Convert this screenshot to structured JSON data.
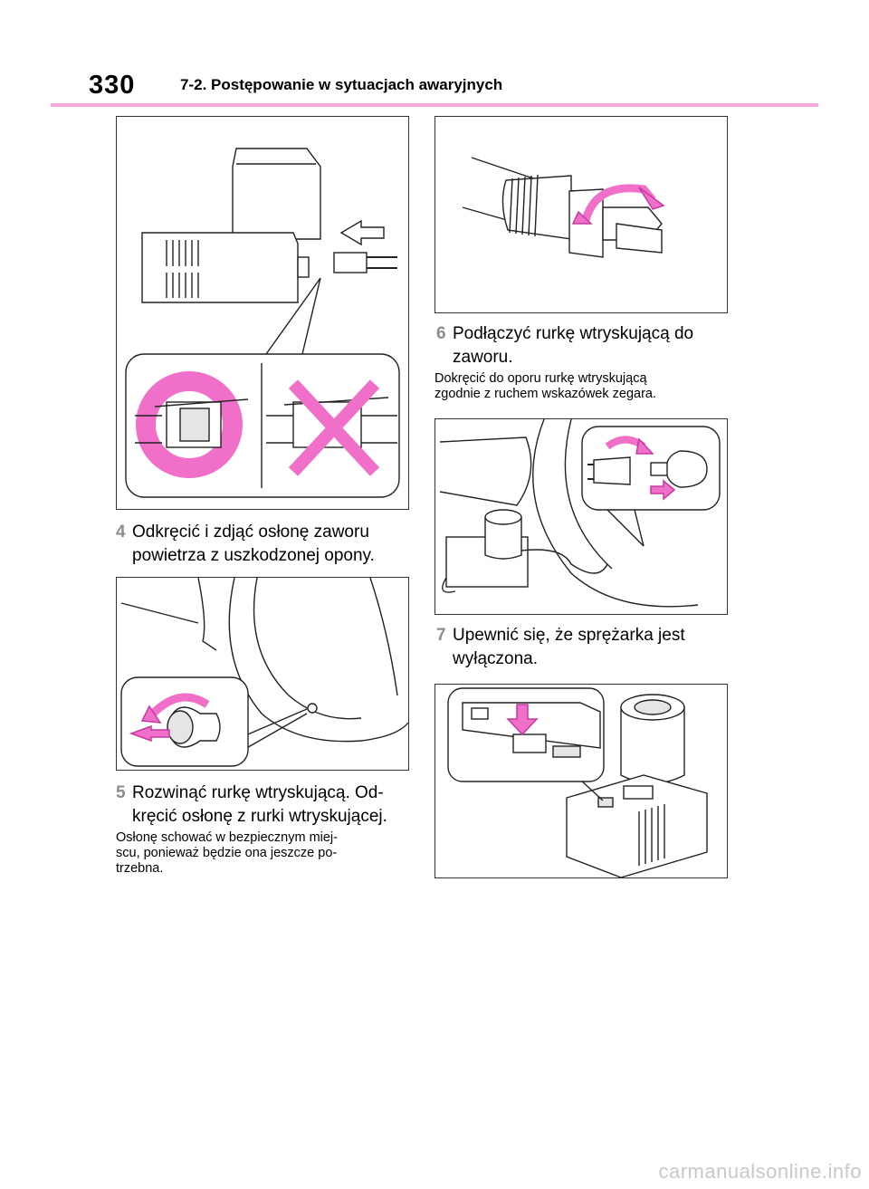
{
  "header": {
    "page_number": "330",
    "section_title": "7-2. Postępowanie w sytuacjach awaryjnych"
  },
  "steps": [
    {
      "num": "4",
      "line1": "Odkręcić i zdjąć osłonę zaworu",
      "line2": "powietrza z uszkodzonej opony."
    },
    {
      "num": "5",
      "line1": "Rozwinąć rurkę wtryskującą. Od-",
      "line2": "kręcić osłonę z rurki wtryskującej."
    },
    {
      "num": "6",
      "line1": "Podłączyć rurkę wtryskującą do",
      "line2": "zaworu."
    },
    {
      "num": "7",
      "line1": "Upewnić się, że sprężarka jest",
      "line2": "wyłączona."
    }
  ],
  "notes": {
    "step5": {
      "line1": "Osłonę schować w bezpiecznym miej-",
      "line2": "scu, ponieważ będzie ona jeszcze po-",
      "line3": "trzebna."
    },
    "step6": {
      "line1": "Dokręcić do oporu rurkę wtryskującą",
      "line2": "zgodnie z ruchem wskazówek zegara."
    }
  },
  "figure_icons": {
    "fig1": "compressor-hose-connection-illustration",
    "fig2": "valve-cap-removal-illustration",
    "fig3": "hose-cap-removal-illustration",
    "fig4": "hose-to-valve-connection-illustration",
    "fig5": "compressor-switch-off-illustration"
  },
  "colors": {
    "accent_pink": "#f06fc9",
    "header_rule": "#f6a9d8",
    "step_number": "#8c8c8c"
  },
  "watermark": "carmanualsonline.info"
}
